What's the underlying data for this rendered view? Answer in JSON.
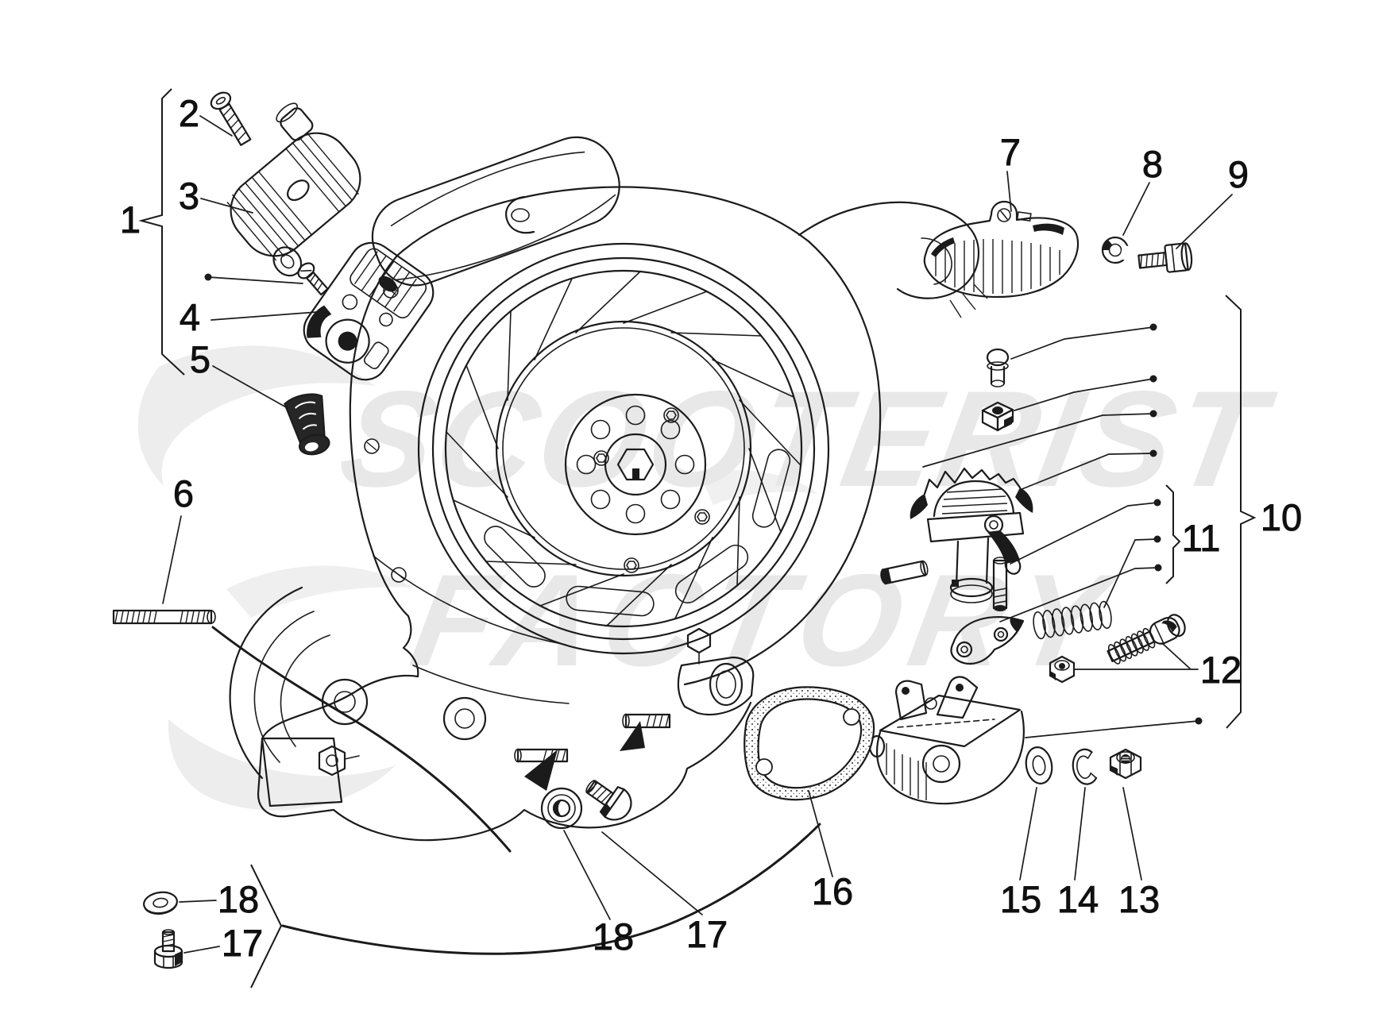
{
  "diagram": {
    "watermark": {
      "line1": "SCOOTERIST",
      "line2": "FACTORY"
    },
    "colors": {
      "ink": "#1b1b1b",
      "watermark": "#e8e8e8",
      "background": "#ffffff"
    }
  },
  "callouts": [
    {
      "part": "group-ignition",
      "label": "1"
    },
    {
      "part": "bolt",
      "label": "2"
    },
    {
      "part": "ignition-coil",
      "label": "3"
    },
    {
      "part": "stator-plate",
      "label": "4"
    },
    {
      "part": "rubber-cap",
      "label": "5"
    },
    {
      "part": "stud",
      "label": "6"
    },
    {
      "part": "points-cover",
      "label": "7"
    },
    {
      "part": "circlip",
      "label": "8"
    },
    {
      "part": "screw",
      "label": "9"
    },
    {
      "part": "group-kickstart",
      "label": "10"
    },
    {
      "part": "group-pins",
      "label": "11"
    },
    {
      "part": "adjuster",
      "label": "12"
    },
    {
      "part": "nut",
      "label": "13"
    },
    {
      "part": "lock-washer",
      "label": "14"
    },
    {
      "part": "washer",
      "label": "15"
    },
    {
      "part": "gasket",
      "label": "16"
    },
    {
      "part": "bolt-center",
      "label": "17"
    },
    {
      "part": "washer-center",
      "label": "18"
    },
    {
      "part": "washer-left",
      "label": "18"
    },
    {
      "part": "bolt-left",
      "label": "17"
    }
  ]
}
